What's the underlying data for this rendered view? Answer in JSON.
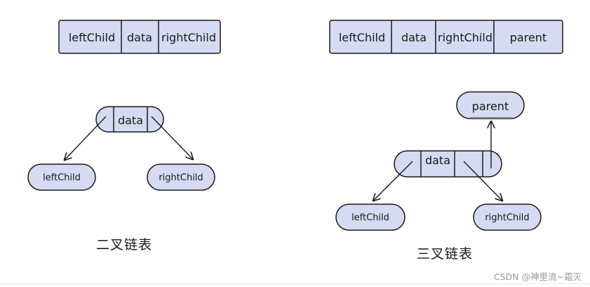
{
  "binary_struct": {
    "fields": [
      "leftChild",
      "data",
      "rightChild"
    ]
  },
  "ternary_struct": {
    "fields": [
      "leftChild",
      "data",
      "rightChild",
      "parent"
    ]
  },
  "binary_tree": {
    "node_label": "data",
    "left_child": "leftChild",
    "right_child": "rightChild",
    "caption": "二叉链表"
  },
  "ternary_tree": {
    "node_label": "data",
    "parent": "parent",
    "left_child": "leftChild",
    "right_child": "rightChild",
    "caption": "三叉链表"
  },
  "watermark": "CSDN @神里流~霜灭",
  "colors": {
    "fill": "#d6dbf3",
    "stroke": "#1a1a1a"
  }
}
